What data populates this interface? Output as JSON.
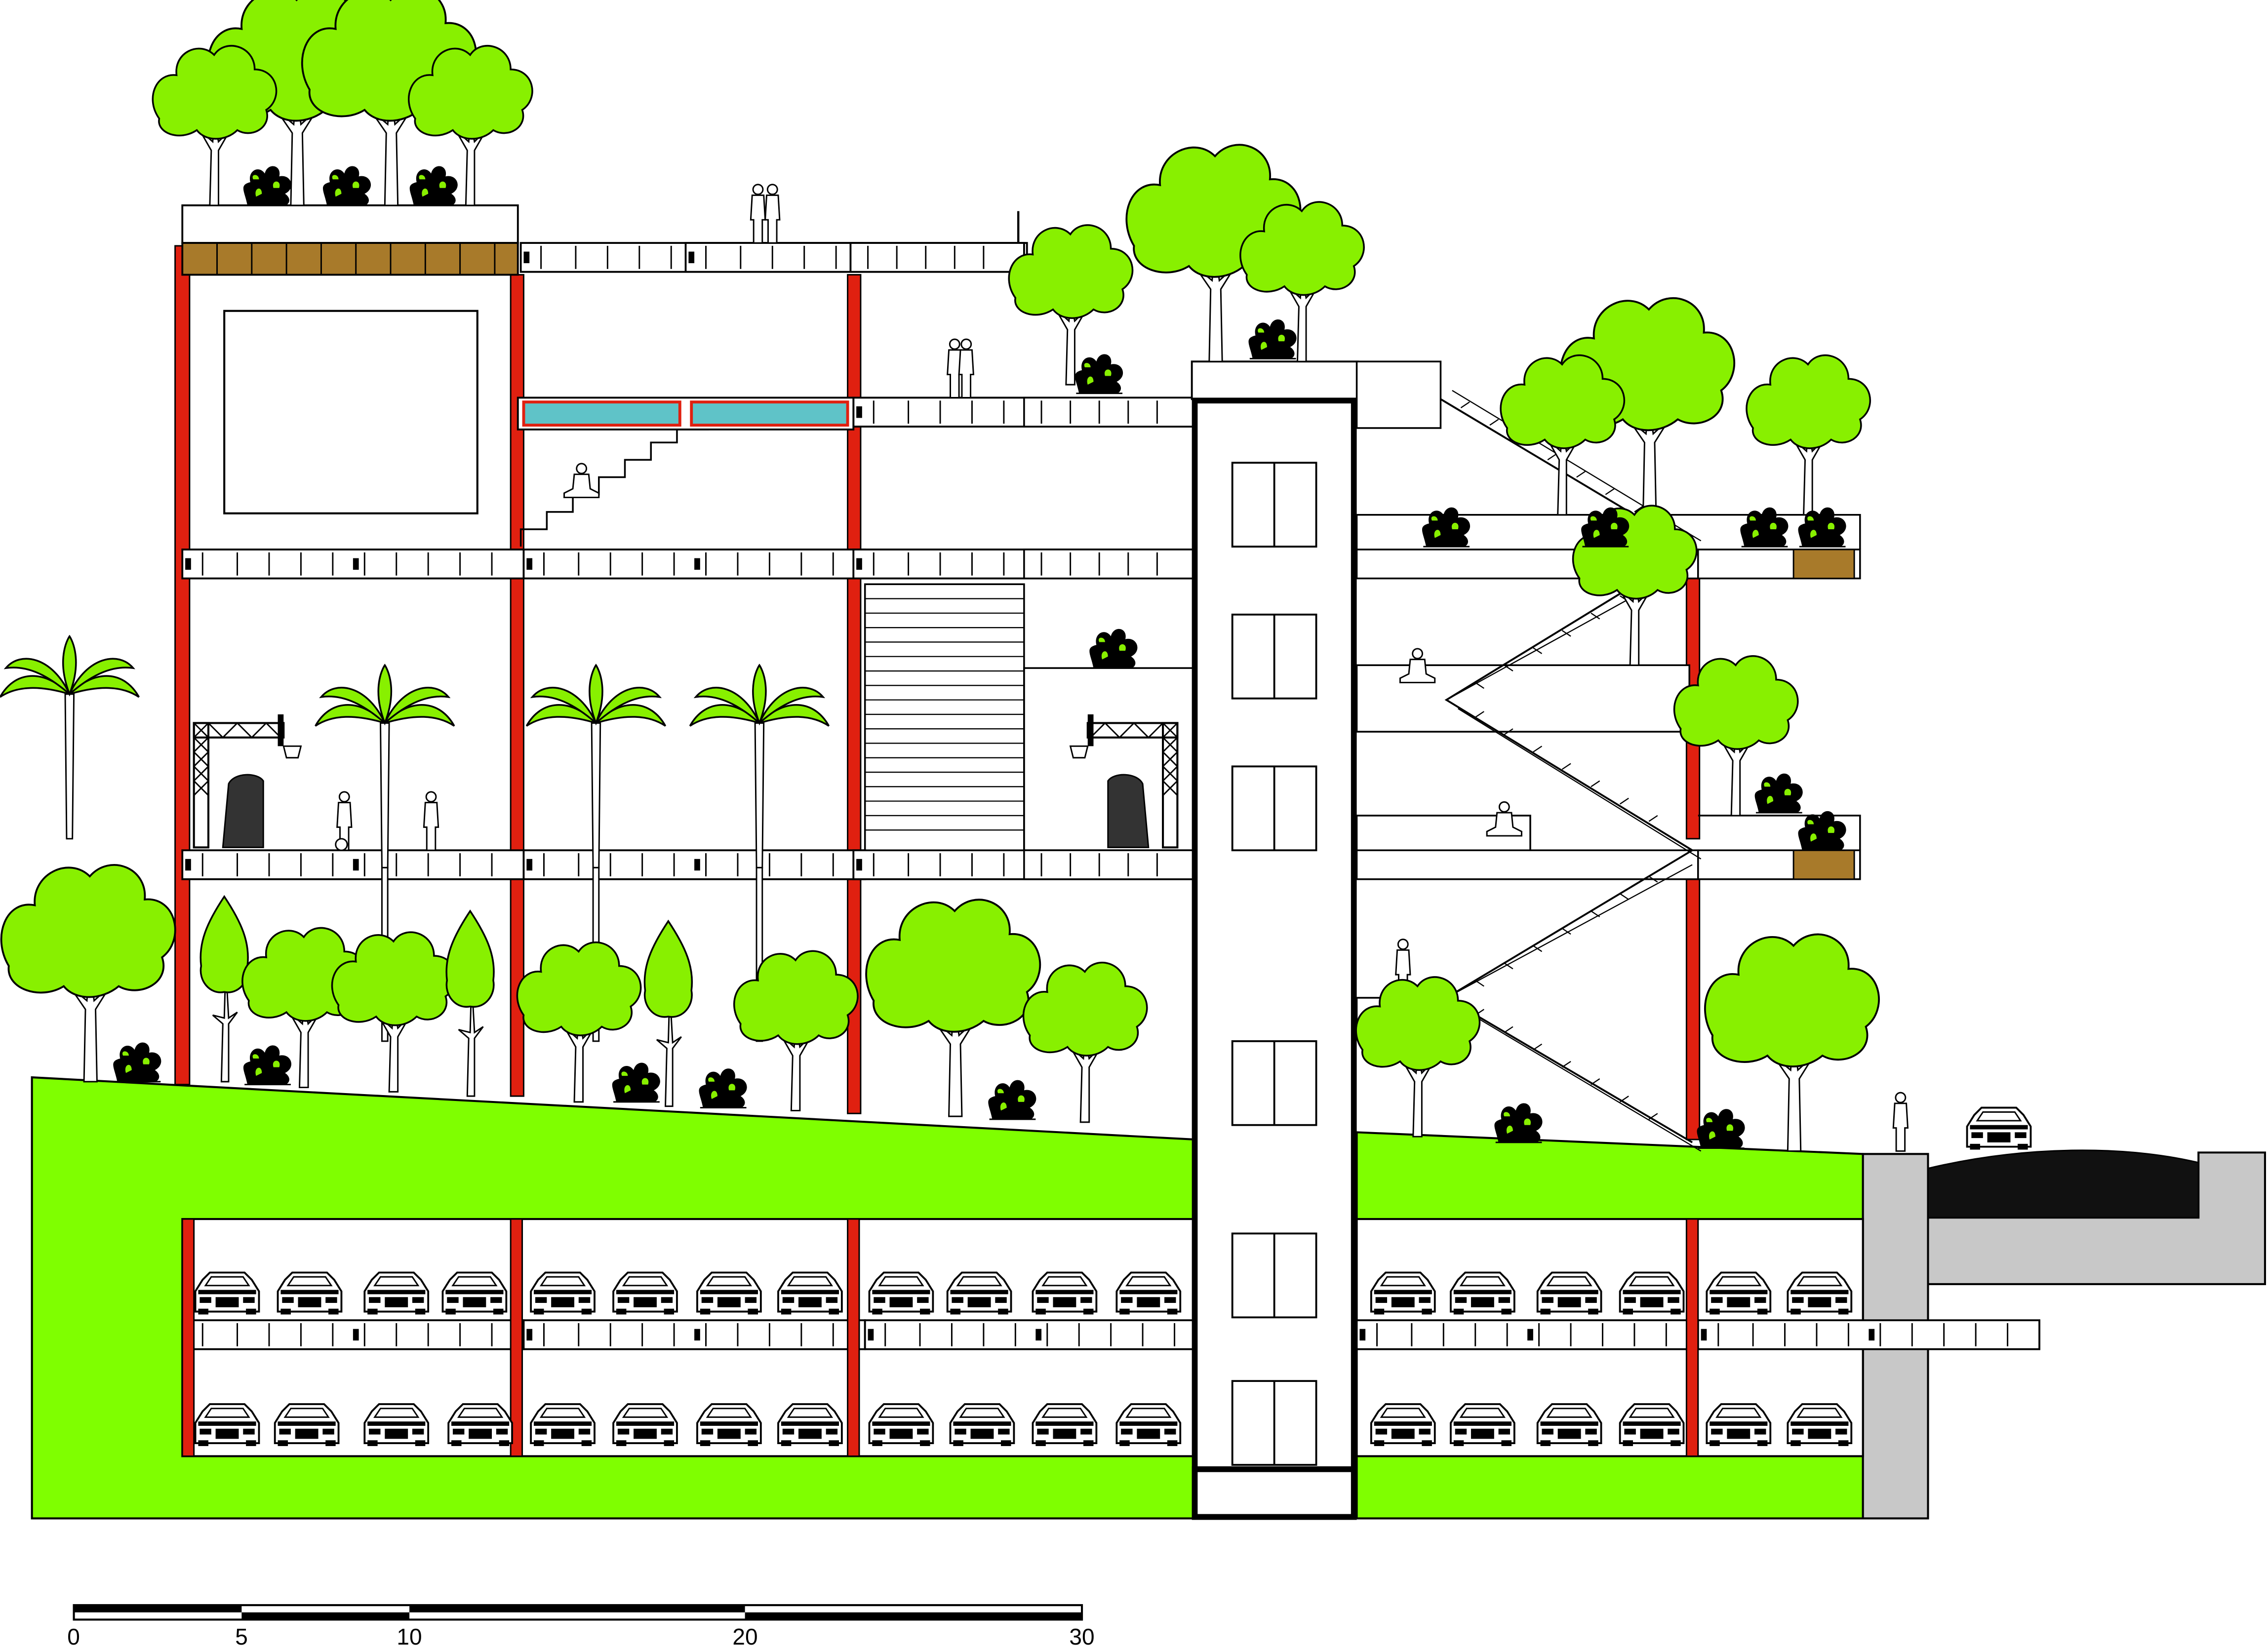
{
  "colors": {
    "ground": "#7fff00",
    "foliage": "#88f000",
    "column": "#e02010",
    "pool": "#5fc3c8",
    "soil": "#a87a2a",
    "concrete": "#c8c8c8",
    "road": "#111111",
    "line": "#000000"
  },
  "scale_bar": {
    "labels": [
      "0",
      "5",
      "10",
      "20",
      "30"
    ]
  },
  "icons": [
    "tree-icon",
    "palm-icon",
    "shrub-icon",
    "car-icon",
    "person-icon",
    "basketball-hoop-icon"
  ]
}
